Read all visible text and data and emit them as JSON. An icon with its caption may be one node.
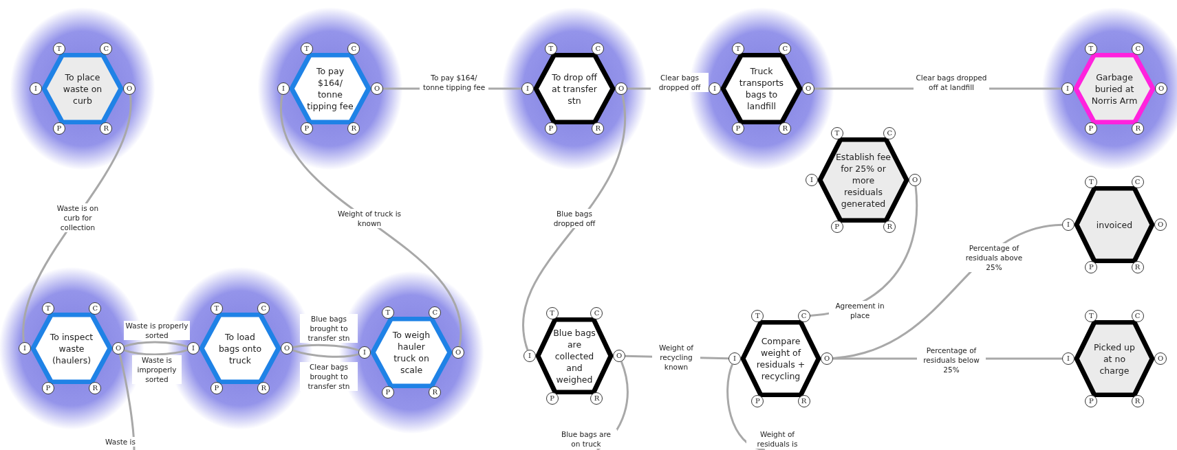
{
  "diagram": {
    "nodes": [
      {
        "text": [
          "To place waste on curb"
        ]
      },
      {
        "text": [
          "To pay $164/ tonne tipping fee"
        ]
      },
      {
        "text": [
          "To drop off at transfer stn"
        ]
      },
      {
        "text": [
          "Truck transports bags to landfill"
        ]
      },
      {
        "text": [
          "Garbage buried at Norris Arm"
        ]
      },
      {
        "text": [
          "Establish fee for 25% or more residuals generated"
        ]
      },
      {
        "text": [
          "invoiced"
        ]
      },
      {
        "text": [
          "To inspect waste (haulers)"
        ]
      },
      {
        "text": [
          "To load bags onto truck"
        ]
      },
      {
        "text": [
          "To weigh hauler truck on scale"
        ]
      },
      {
        "text": [
          "Blue bags are collected and weighed"
        ]
      },
      {
        "text": [
          "Compare weight of residuals + recycling"
        ]
      },
      {
        "text": [
          "Picked up at no charge"
        ]
      },
      {
        "text": [
          "T"
        ]
      },
      {
        "text": [
          "C"
        ]
      },
      {
        "text": [
          "I"
        ]
      },
      {
        "text": [
          "O"
        ]
      },
      {
        "text": [
          "P"
        ]
      },
      {
        "text": [
          "R"
        ]
      },
      {
        "text": [
          "T"
        ]
      },
      {
        "text": [
          "C"
        ]
      },
      {
        "text": [
          "I"
        ]
      },
      {
        "text": [
          "O"
        ]
      },
      {
        "text": [
          "P"
        ]
      },
      {
        "text": [
          "R"
        ]
      },
      {
        "text": [
          "T"
        ]
      },
      {
        "text": [
          "C"
        ]
      },
      {
        "text": [
          "I"
        ]
      },
      {
        "text": [
          "O"
        ]
      },
      {
        "text": [
          "P"
        ]
      },
      {
        "text": [
          "R"
        ]
      },
      {
        "text": [
          "T"
        ]
      },
      {
        "text": [
          "C"
        ]
      },
      {
        "text": [
          "I"
        ]
      },
      {
        "text": [
          "O"
        ]
      },
      {
        "text": [
          "P"
        ]
      },
      {
        "text": [
          "R"
        ]
      },
      {
        "text": [
          "T"
        ]
      },
      {
        "text": [
          "C"
        ]
      },
      {
        "text": [
          "I"
        ]
      },
      {
        "text": [
          "O"
        ]
      },
      {
        "text": [
          "P"
        ]
      },
      {
        "text": [
          "R"
        ]
      },
      {
        "text": [
          "T"
        ]
      },
      {
        "text": [
          "C"
        ]
      },
      {
        "text": [
          "I"
        ]
      },
      {
        "text": [
          "O"
        ]
      },
      {
        "text": [
          "P"
        ]
      },
      {
        "text": [
          "R"
        ]
      },
      {
        "text": [
          "T"
        ]
      },
      {
        "text": [
          "C"
        ]
      },
      {
        "text": [
          "I"
        ]
      },
      {
        "text": [
          "O"
        ]
      },
      {
        "text": [
          "P"
        ]
      },
      {
        "text": [
          "R"
        ]
      },
      {
        "text": [
          "T"
        ]
      },
      {
        "text": [
          "C"
        ]
      },
      {
        "text": [
          "I"
        ]
      },
      {
        "text": [
          "O"
        ]
      },
      {
        "text": [
          "P"
        ]
      },
      {
        "text": [
          "R"
        ]
      },
      {
        "text": [
          "T"
        ]
      },
      {
        "text": [
          "C"
        ]
      },
      {
        "text": [
          "I"
        ]
      },
      {
        "text": [
          "O"
        ]
      },
      {
        "text": [
          "P"
        ]
      },
      {
        "text": [
          "R"
        ]
      },
      {
        "text": [
          "T"
        ]
      },
      {
        "text": [
          "C"
        ]
      },
      {
        "text": [
          "I"
        ]
      },
      {
        "text": [
          "O"
        ]
      },
      {
        "text": [
          "P"
        ]
      },
      {
        "text": [
          "R"
        ]
      },
      {
        "text": [
          "T"
        ]
      },
      {
        "text": [
          "C"
        ]
      },
      {
        "text": [
          "I"
        ]
      },
      {
        "text": [
          "O"
        ]
      },
      {
        "text": [
          "P"
        ]
      },
      {
        "text": [
          "R"
        ]
      },
      {
        "text": [
          "T"
        ]
      },
      {
        "text": [
          "C"
        ]
      },
      {
        "text": [
          "I"
        ]
      },
      {
        "text": [
          "O"
        ]
      },
      {
        "text": [
          "P"
        ]
      },
      {
        "text": [
          "R"
        ]
      },
      {
        "text": [
          "T"
        ]
      },
      {
        "text": [
          "C"
        ]
      },
      {
        "text": [
          "I"
        ]
      },
      {
        "text": [
          "O"
        ]
      },
      {
        "text": [
          "P"
        ]
      },
      {
        "text": [
          "R"
        ]
      }
    ],
    "edges": [
      {
        "from": 16,
        "to": 57,
        "arrow": "none",
        "label": "Waste is on curb for collection"
      },
      {
        "from": 58,
        "to": 63,
        "arrow": "none",
        "label": "Waste is properly sorted"
      },
      {
        "from": 58,
        "to": 63,
        "arrow": "none",
        "label": "Waste is improperly sorted"
      },
      {
        "from": 58,
        "to": null,
        "arrow": "none",
        "label": "Waste is"
      },
      {
        "from": 64,
        "to": 69,
        "arrow": "none",
        "label": "Blue bags brought to transfer stn"
      },
      {
        "from": 64,
        "to": 69,
        "arrow": "none",
        "label": "Clear bags brought to transfer stn"
      },
      {
        "from": 70,
        "to": 21,
        "arrow": "none",
        "label": "Weight of truck is known"
      },
      {
        "from": 22,
        "to": 27,
        "arrow": "none",
        "label": "To pay $164/ tonne tipping fee"
      },
      {
        "from": 28,
        "to": 33,
        "arrow": "none",
        "label": "Clear bags dropped off"
      },
      {
        "from": 28,
        "to": 75,
        "arrow": "none",
        "label": "Blue bags dropped off"
      },
      {
        "from": 34,
        "to": 39,
        "arrow": "none",
        "label": "Clear bags dropped off at landfill"
      },
      {
        "from": 76,
        "to": 81,
        "arrow": "none",
        "label": "Weight of recycling known"
      },
      {
        "from": 76,
        "to": null,
        "arrow": "none",
        "label": "Blue bags are on truck"
      },
      {
        "from": 46,
        "to": 80,
        "arrow": "none",
        "label": "Agreement in place"
      },
      {
        "from": 82,
        "to": 51,
        "arrow": "none",
        "label": "Percentage of residuals above 25%"
      },
      {
        "from": 82,
        "to": 87,
        "arrow": "none",
        "label": "Percentage of residuals below 25%"
      },
      {
        "from": null,
        "to": 81,
        "arrow": "none",
        "label": "Weight of residuals is"
      }
    ]
  }
}
